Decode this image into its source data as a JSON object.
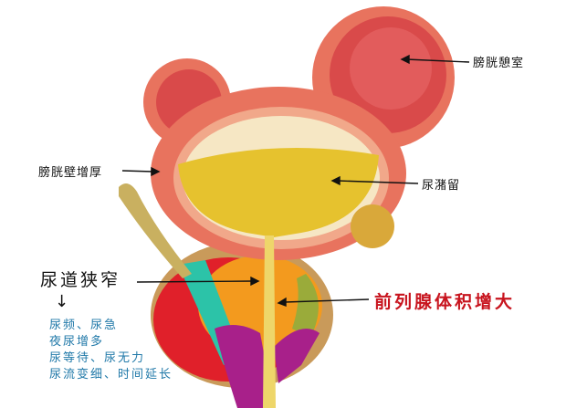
{
  "labels": {
    "diverticulum": "膀胱憩室",
    "wall_thickening": "膀胱壁增厚",
    "urine_retention": "尿潴留",
    "urethral_stricture": "尿道狭窄",
    "prostate_enlargement": "前列腺体积增大",
    "down_arrow": "↓"
  },
  "symptoms": [
    "尿频、尿急",
    "夜尿增多",
    "尿等待、尿无力",
    "尿流变细、时间延长"
  ],
  "colors": {
    "highlight": "#c8141e",
    "symptoms": "#1f78a8",
    "urine": "#e6c22e",
    "prostate": "#f39a1e",
    "bladder_wall": "#e8735e"
  }
}
